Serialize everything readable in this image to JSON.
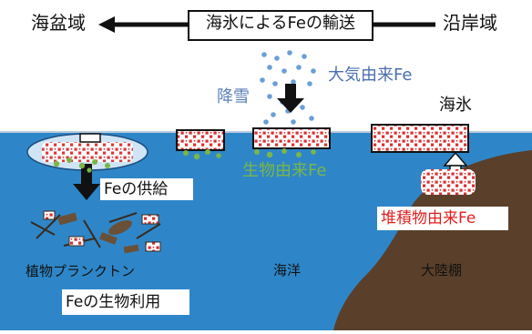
{
  "header": {
    "transport_label": "海氷によるFeの輸送",
    "left_label": "海盆域",
    "right_label": "沿岸域"
  },
  "labels": {
    "atmospheric_fe": "大気由来Fe",
    "snowfall": "降雪",
    "sea_ice": "海氷",
    "biogenic_fe": "生物由来Fe",
    "fe_supply": "Feの供給",
    "sediment_fe": "堆積物由来Fe",
    "phytoplankton": "植物プランクトン",
    "ocean": "海洋",
    "continental_shelf": "大陸棚",
    "fe_biological_use": "Feの生物利用"
  },
  "colors": {
    "ocean": "#2e86c8",
    "shelf": "#5a3f2a",
    "ice_floe": "#cfe5f5",
    "atmospheric_text": "#4a6fb0",
    "snow_text": "#5a7fb8",
    "biogenic_text": "#7ab648",
    "sediment_text": "#e02020",
    "iron_particle": "#d83030",
    "dust": "#6a9fd8"
  }
}
